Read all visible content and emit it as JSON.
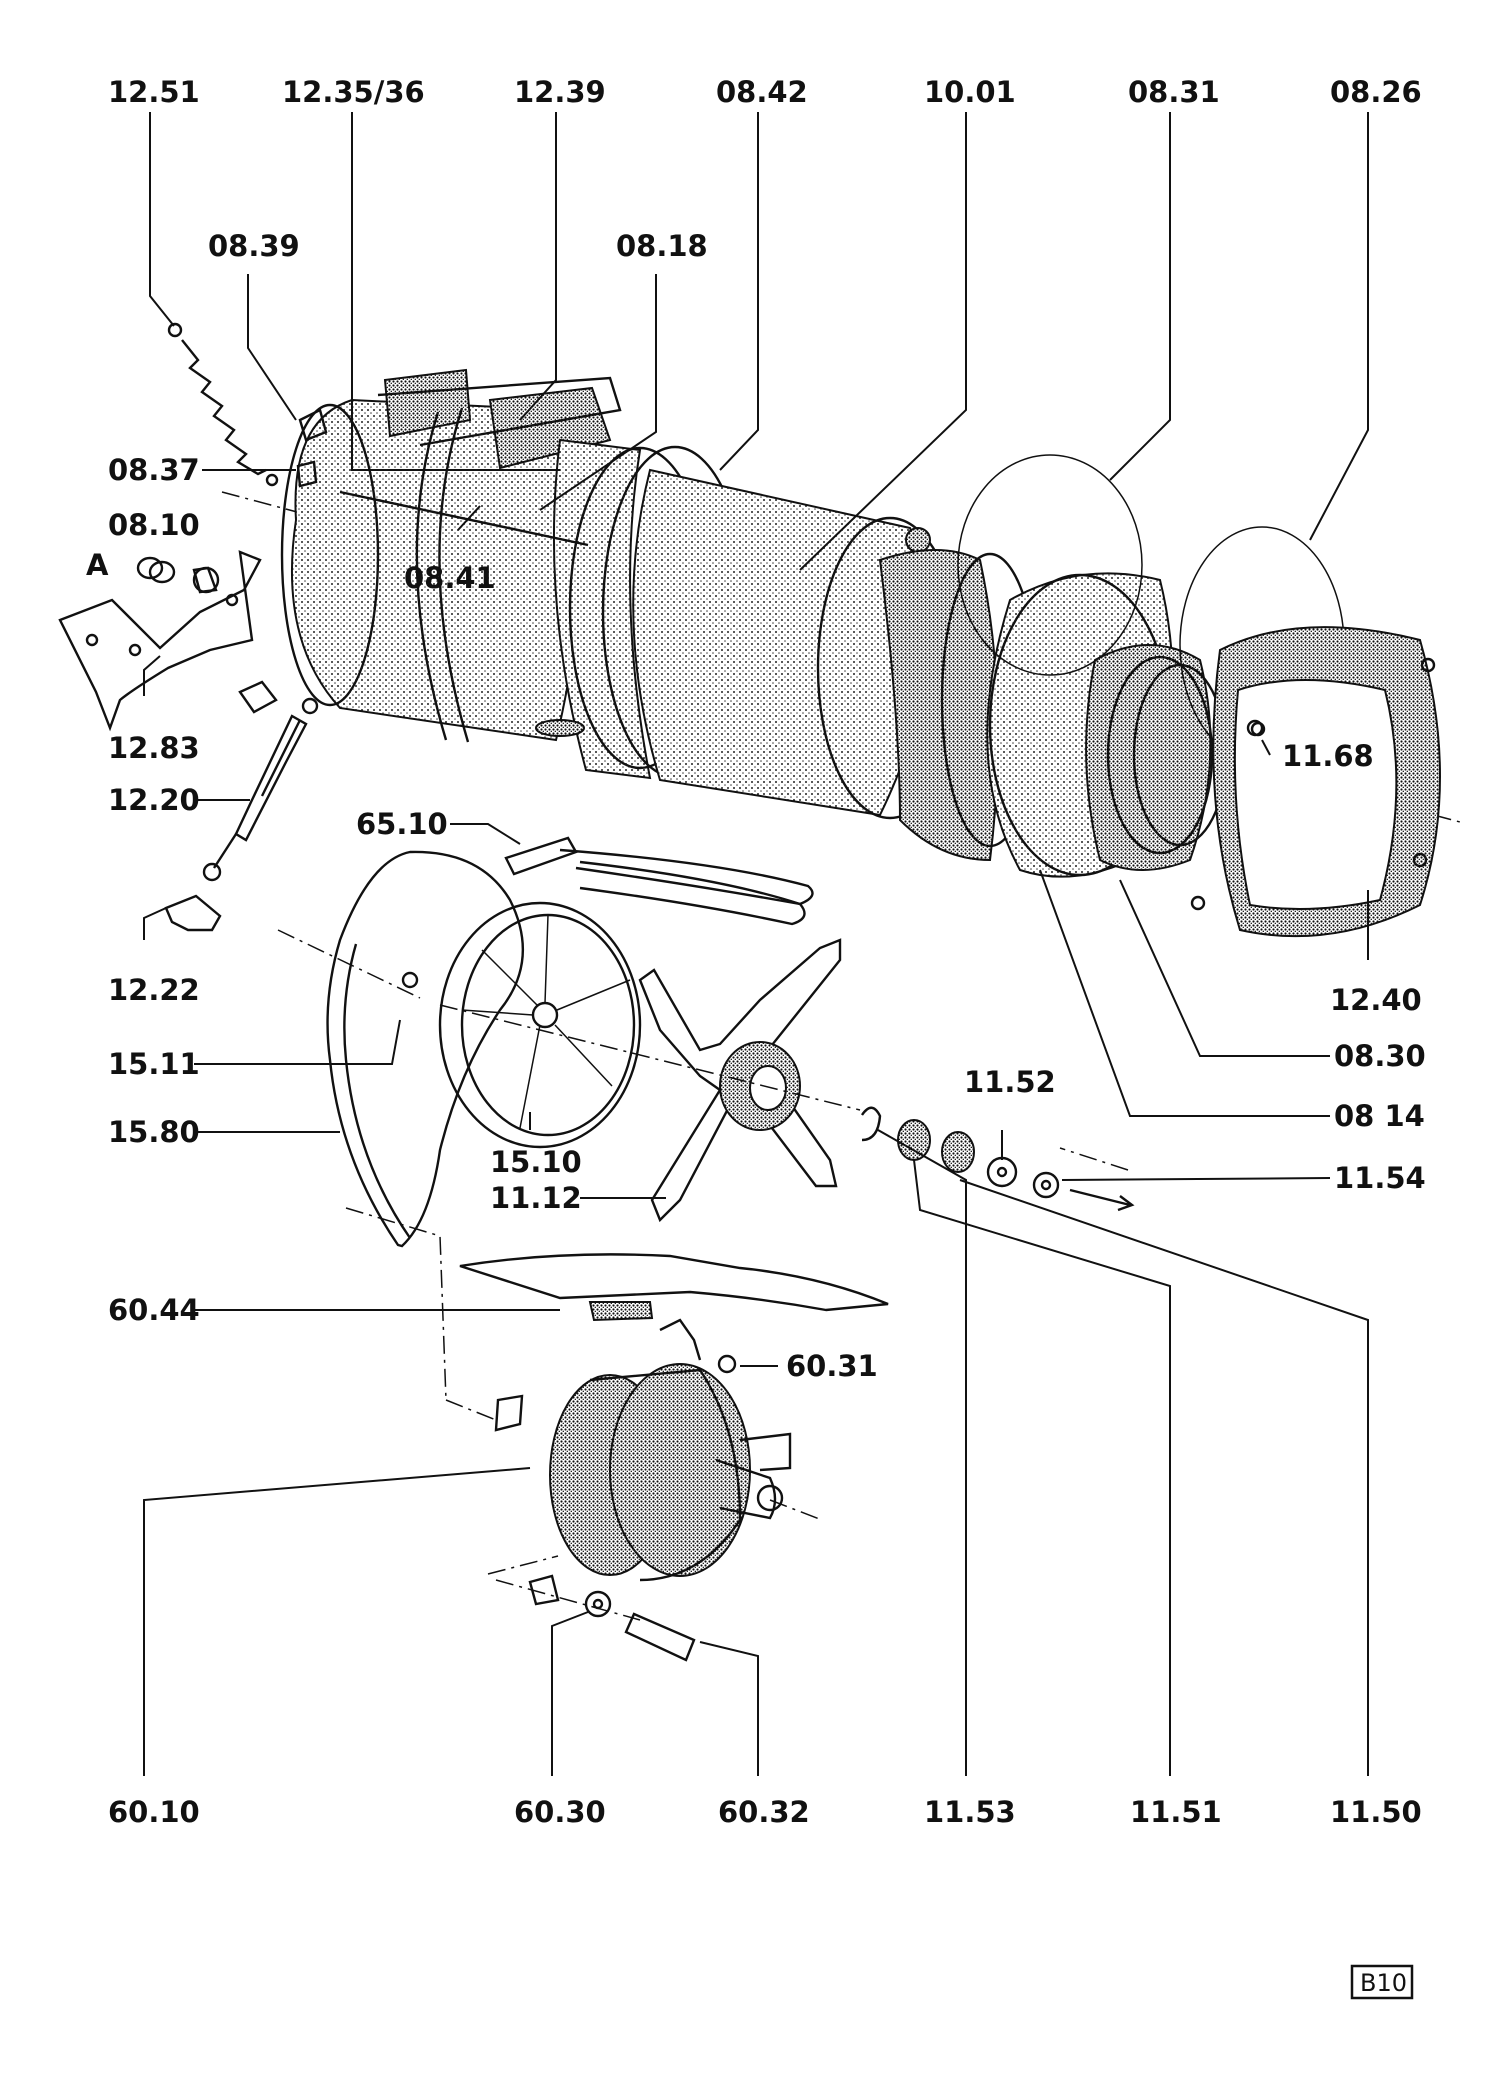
{
  "labels": {
    "l1251": "12.51",
    "l123536": "12.35/36",
    "l1239": "12.39",
    "l0842": "08.42",
    "l1001": "10.01",
    "l0831": "08.31",
    "l0826": "08.26",
    "l0839": "08.39",
    "l0818": "08.18",
    "l0837": "08.37",
    "l0810": "08.10",
    "lA": "A",
    "l0841": "08.41",
    "l1283": "12.83",
    "l1220": "12.20",
    "l6510": "65.10",
    "l1222": "12.22",
    "l1511": "15.11",
    "l1580": "15.80",
    "l1510": "15.10",
    "l1112": "11.12",
    "l1168": "11.68",
    "l1240": "12.40",
    "l0830": "08.30",
    "l0814": "08 14",
    "l1152": "11.52",
    "l1154": "11.54",
    "l6044": "60.44",
    "l6031": "60.31",
    "l6010": "60.10",
    "l6030": "60.30",
    "l6032": "60.32",
    "l1153": "11.53",
    "l1151": "11.51",
    "l1150": "11.50"
  },
  "page_tag": "B10"
}
